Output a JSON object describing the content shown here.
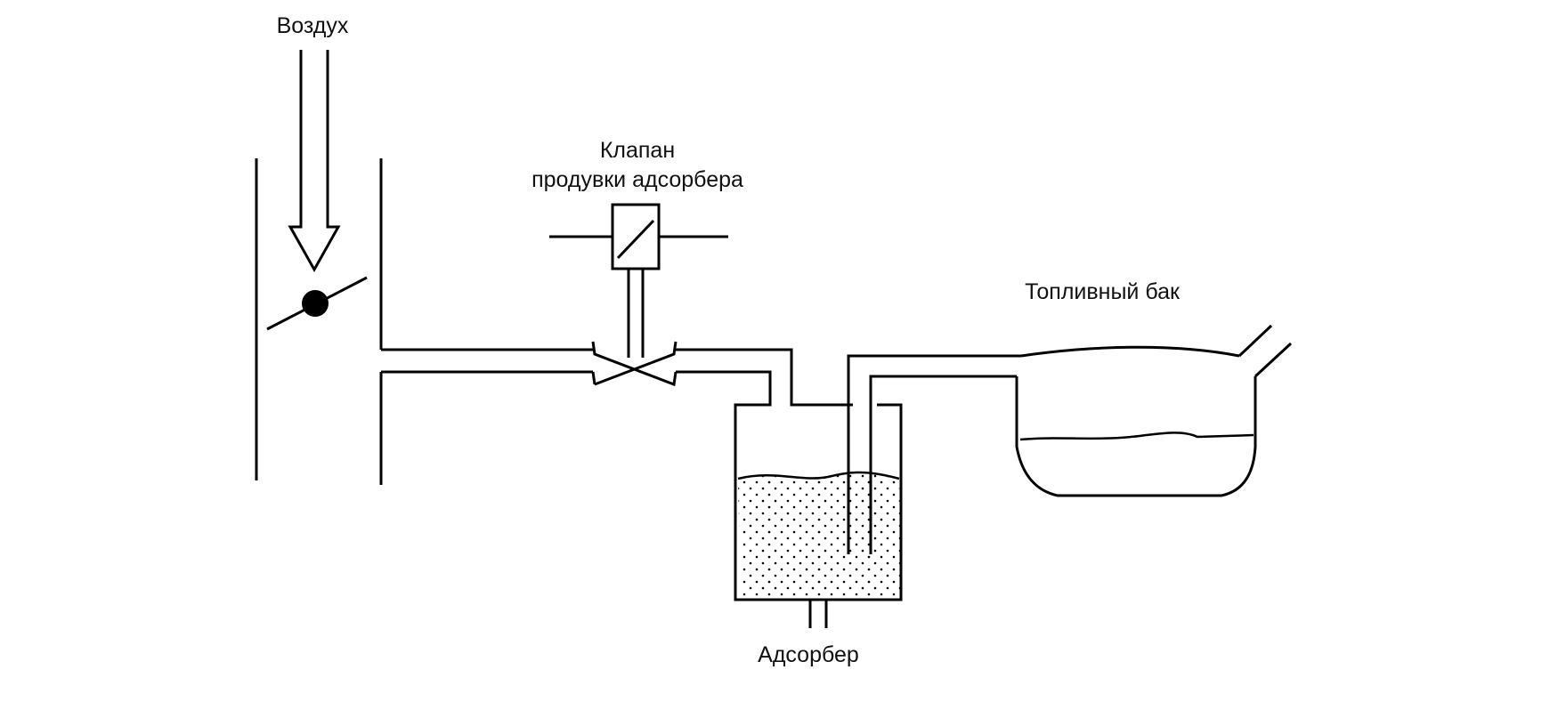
{
  "labels": {
    "air": "Воздух",
    "purge_valve_line1": "Клапан",
    "purge_valve_line2": "продувки адсорбера",
    "fuel_tank": "Топливный бак",
    "adsorber": "Адсорбер"
  },
  "colors": {
    "line": "#000000",
    "background": "#ffffff",
    "throttle_disk": "#000000",
    "adsorbent_dots": "#000000"
  }
}
